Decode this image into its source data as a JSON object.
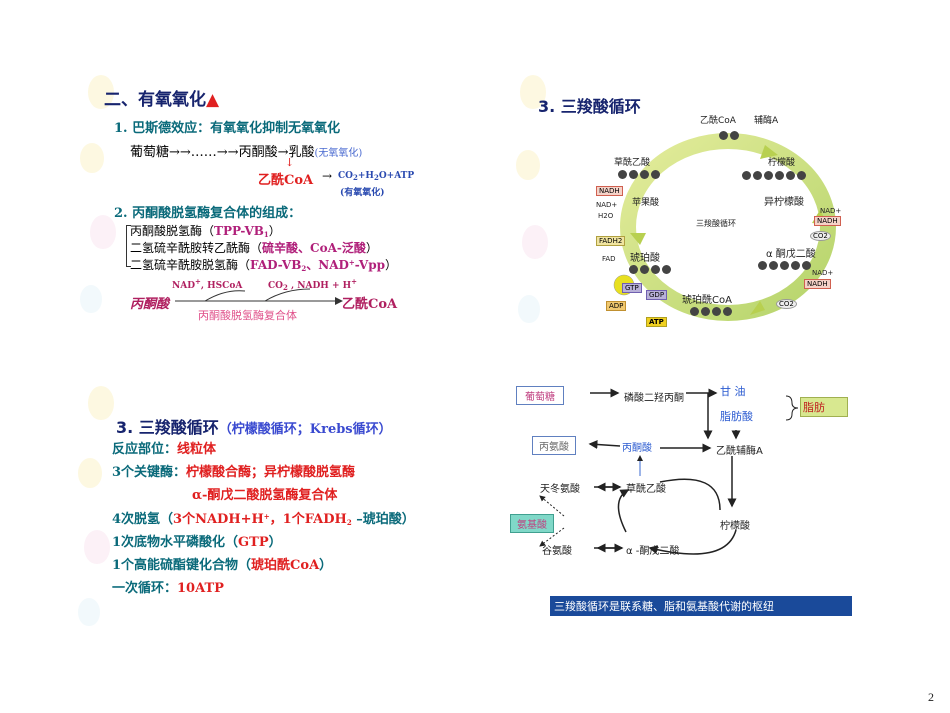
{
  "page_number": "2",
  "slide1": {
    "title": "二、有氧氧化",
    "title_mark": "▲",
    "item1": "1. 巴斯德效应：有氧氧化抑制无氧氧化",
    "pathway": "葡萄糖→→……→→丙酮酸→乳酸",
    "anaerobic_note": "(无氧氧化)",
    "acetyl": "乙酰CoA",
    "products": "CO2+H2O+ATP",
    "aerobic_note": "(有氧氧化)",
    "item2": "2. 丙酮酸脱氢酶复合体的组成：",
    "enzyme1_a": "丙酮酸脱氢酶（",
    "enzyme1_b": "TPP-VB1",
    "enzyme1_c": "）",
    "enzyme2_a": "二氢硫辛酰胺转乙酰酶（",
    "enzyme2_b": "硫辛酸、CoA-泛酸",
    "enzyme2_c": "）",
    "enzyme3_a": "二氢硫辛酰胺脱氢酶（",
    "enzyme3_b": "FAD-VB2、NAD+-Vpp",
    "enzyme3_c": "）",
    "cofactors_in": "NAD+, HSCoA",
    "cofactors_out": "CO2 , NADH + H+",
    "reactant": "丙酮酸",
    "product": "乙酰CoA",
    "complex": "丙酮酸脱氢酶复合体"
  },
  "slide2": {
    "title": "3. 三羧酸循环",
    "center": "三羧酸循环",
    "acetyl_coa": "乙酰CoA",
    "coa": "辅酶A",
    "oxaloacetate": "草酰乙酸",
    "citrate": "柠檬酸",
    "isocitrate": "异柠檬酸",
    "ketoglutarate": "α 酮戊二酸",
    "succinyl_coa": "琥珀酰CoA",
    "succinate": "琥珀酸",
    "malate": "苹果酸",
    "nadh": "NADH",
    "nad": "NAD+",
    "h2o": "H2O",
    "fadh2": "FADH2",
    "fad": "FAD",
    "gtp": "GTP",
    "gdp": "GDP",
    "adp": "ADP",
    "atp": "ATP",
    "co2": "CO2"
  },
  "slide3": {
    "title_a": "3. 三羧酸循环",
    "title_b": "（柠檬酸循环；Krebs循环）",
    "line1_a": "反应部位：",
    "line1_b": "线粒体",
    "line2_a": "3个关键酶：",
    "line2_b": "柠檬酸合酶；异柠檬酸脱氢酶",
    "line3": "α-酮戊二酸脱氢酶复合体",
    "line4_a": "4次脱氢（",
    "line4_b": "3个NADH+H+，1个FADH2",
    "line4_c": " –琥珀酸）",
    "line5_a": "1次底物水平磷酸化（",
    "line5_b": "GTP",
    "line5_c": "）",
    "line6_a": "1个高能硫酯键化合物（",
    "line6_b": "琥珀酰CoA",
    "line6_c": "）",
    "line7_a": "一次循环：",
    "line7_b": "10ATP"
  },
  "slide4": {
    "glucose": "葡萄糖",
    "glyceraldehyde": "磷酸二羟丙酮",
    "glycerol": "甘 油",
    "fatty_acid": "脂肪酸",
    "fat": "脂肪",
    "alanine": "丙氨酸",
    "pyruvate": "丙酮酸",
    "acetyl_coa": "乙酰辅酶A",
    "aspartate": "天冬氨酸",
    "oxaloacetate": "草酰乙酸",
    "amino_acid": "氨基酸",
    "citrate": "柠檬酸",
    "glutamate": "谷氨酸",
    "ketoglutarate": "α -酮戊二酸",
    "caption": "三羧酸循环是联系糖、脂和氨基酸代谢的枢纽"
  }
}
